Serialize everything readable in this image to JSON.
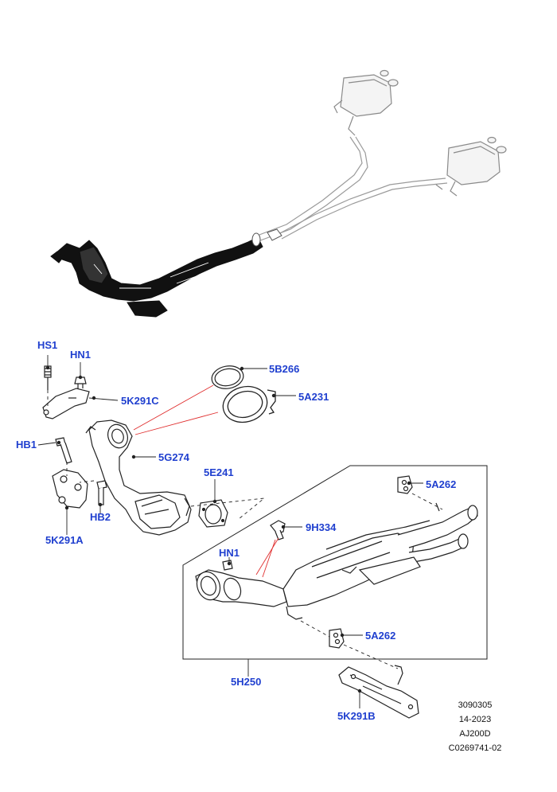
{
  "colors": {
    "label": "#1f3fcf",
    "line": "#222222",
    "leader_red": "#e03030",
    "ghost": "#9a9a9a"
  },
  "callouts": {
    "hs1": "HS1",
    "hn1_top": "HN1",
    "5k291c": "5K291C",
    "5b266": "5B266",
    "5a231": "5A231",
    "hb1": "HB1",
    "5g274": "5G274",
    "5e241": "5E241",
    "hb2": "HB2",
    "5k291a": "5K291A",
    "5a262_top": "5A262",
    "9h334": "9H334",
    "hn1_mid": "HN1",
    "5a262_bottom": "5A262",
    "5h250": "5H250",
    "5k291b": "5K291B"
  },
  "reference": [
    "3090305",
    "14-2023",
    "AJ200D",
    "C0269741-02"
  ]
}
